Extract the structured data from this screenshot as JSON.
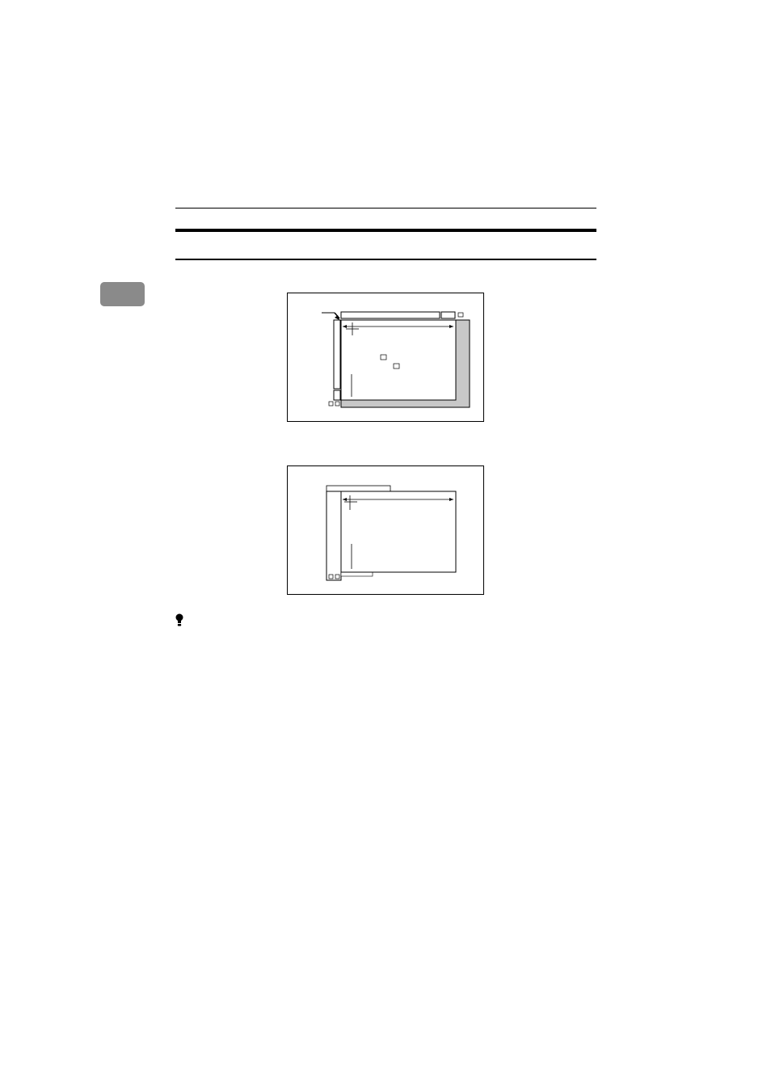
{
  "colors": {
    "tab": "#8a8a8a",
    "shadow": "#c8c8c8",
    "ink": "#000000"
  },
  "section_tab": {
    "icon": "section-tab-marker"
  },
  "figures": [
    {
      "name": "original-on-exposure-glass",
      "icon": "placement-diagram"
    },
    {
      "name": "original-in-document-feeder",
      "icon": "placement-diagram"
    }
  ],
  "hint": {
    "icon": "limitation-bulb-icon"
  }
}
